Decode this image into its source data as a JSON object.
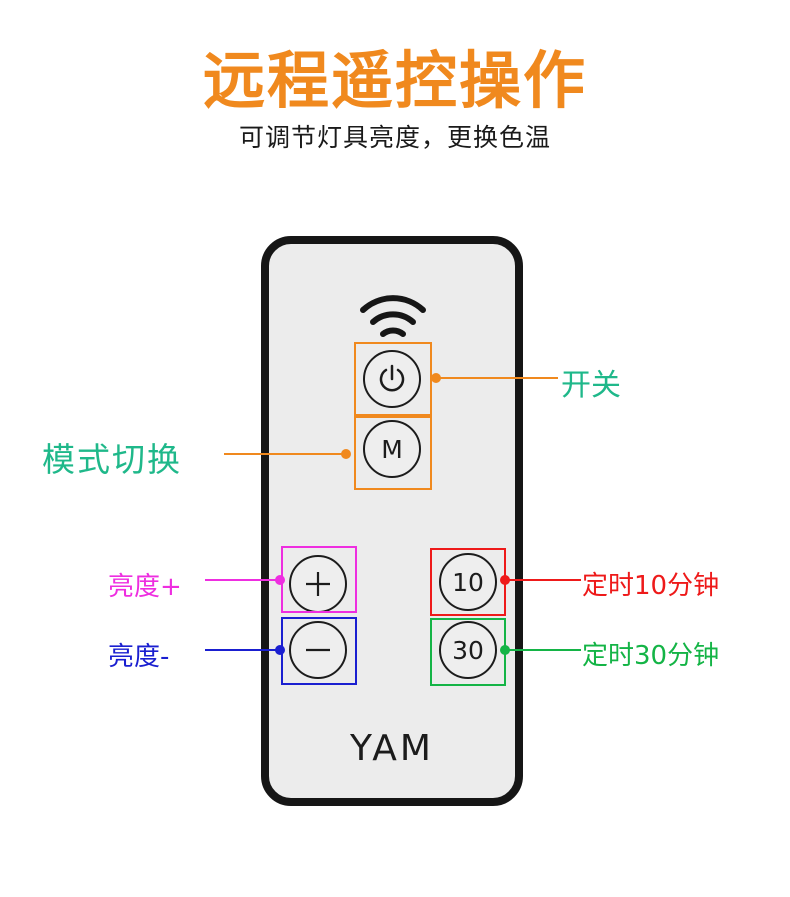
{
  "header": {
    "title": "远程遥控操作",
    "subtitle": "可调节灯具亮度，更换色温"
  },
  "remote": {
    "brand": "YAM",
    "buttons": {
      "power": {
        "icon": "power-icon"
      },
      "mode": {
        "label": "M"
      },
      "plus": {
        "icon": "plus-icon"
      },
      "minus": {
        "icon": "minus-icon"
      },
      "timer10": {
        "label": "10"
      },
      "timer30": {
        "label": "30"
      }
    },
    "signal_icon": "wifi-signal-icon"
  },
  "callouts": {
    "power": {
      "label": "开关",
      "color": "#f0891e"
    },
    "mode": {
      "label": "模式切换",
      "color": "#f0891e",
      "text_color": "#1fb88a"
    },
    "brightness_up": {
      "label": "亮度+",
      "color": "#ee2ee0"
    },
    "brightness_down": {
      "label": "亮度-",
      "color": "#1a1fd0"
    },
    "timer10": {
      "label": "定时10分钟",
      "color": "#ee1a1a"
    },
    "timer30": {
      "label": "定时30分钟",
      "color": "#14b446"
    }
  }
}
